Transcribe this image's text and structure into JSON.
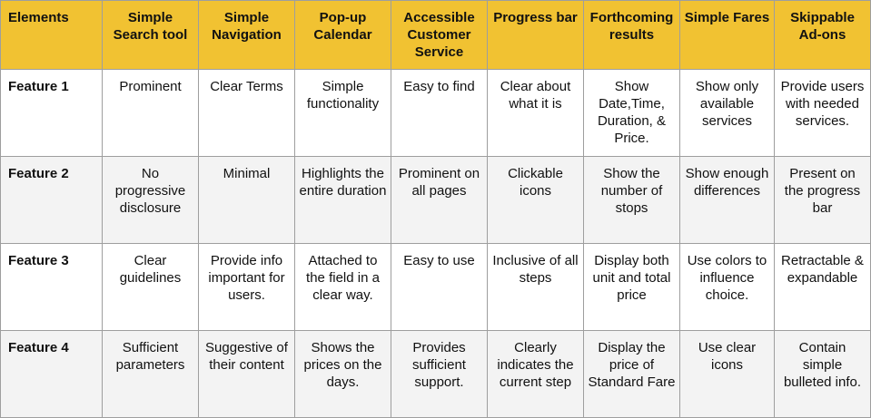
{
  "table": {
    "headers": [
      "Elements",
      "Simple Search tool",
      "Simple Navigation",
      "Pop-up Calendar",
      "Accessible Customer Service",
      "Progress bar",
      "Forthcoming results",
      "Simple Fares",
      "Skippable Ad-ons"
    ],
    "rows": [
      {
        "label": "Feature 1",
        "cells": [
          "Prominent",
          "Clear Terms",
          "Simple functionality",
          "Easy to find",
          "Clear about what it is",
          "Show Date,Time, Duration, & Price.",
          "Show only available services",
          "Provide users with needed services."
        ]
      },
      {
        "label": "Feature 2",
        "cells": [
          "No progressive disclosure",
          "Minimal",
          "Highlights the entire duration",
          "Prominent on all pages",
          "Clickable icons",
          "Show the number of stops",
          "Show enough differences",
          "Present on the progress bar"
        ]
      },
      {
        "label": "Feature 3",
        "cells": [
          "Clear guidelines",
          "Provide info important for users.",
          "Attached to the field in a clear way.",
          "Easy to use",
          "Inclusive of all steps",
          "Display both unit and total price",
          "Use colors to influence choice.",
          "Retractable & expandable"
        ]
      },
      {
        "label": "Feature 4",
        "cells": [
          "Sufficient parameters",
          "Suggestive of their content",
          "Shows the prices on the days.",
          "Provides sufficient support.",
          "Clearly indicates the current step",
          "Display the price of Standard Fare",
          "Use clear icons",
          "Contain simple bulleted info."
        ]
      }
    ]
  },
  "colors": {
    "header_bg": "#f1c232",
    "alt_row_bg": "#f3f3f3",
    "border": "#9e9e9e"
  }
}
